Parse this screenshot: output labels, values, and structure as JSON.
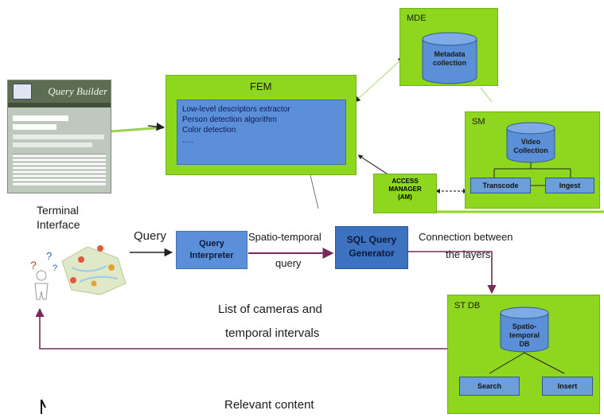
{
  "terminal": {
    "window_title": "Query Builder",
    "label_line1": "Terminal",
    "label_line2": "Interface"
  },
  "fem": {
    "title": "FEM",
    "items": [
      "Low-level descriptors extractor",
      "Person detection algorithm",
      "Color detection",
      "....."
    ]
  },
  "mde": {
    "title": "MDE",
    "db": "Metadata collection"
  },
  "sm": {
    "title": "SM",
    "db": "Video Collection",
    "transcode": "Transcode",
    "ingest": "Ingest"
  },
  "access_manager": {
    "line1": "ACCESS",
    "line2": "MANAGER",
    "line3": "(AM)"
  },
  "flow": {
    "query_label": "Query",
    "query_interpreter": "Query Interpreter",
    "spatio_line1": "Spatio-temporal",
    "spatio_line2": "query",
    "sql_generator": "SQL Query Generator",
    "connection_line1": "Connection between",
    "connection_line2": "the layers"
  },
  "stdb": {
    "title": "ST DB",
    "db": "Spatio-temporal DB",
    "search": "Search",
    "insert": "Insert"
  },
  "output": {
    "list_line1": "List of cameras and",
    "list_line2": "temporal intervals",
    "relevant": "Relevant content"
  },
  "colors": {
    "green": "#8fd61f",
    "blue": "#5b8fd8",
    "arrow_purple": "#7a2a5a"
  }
}
